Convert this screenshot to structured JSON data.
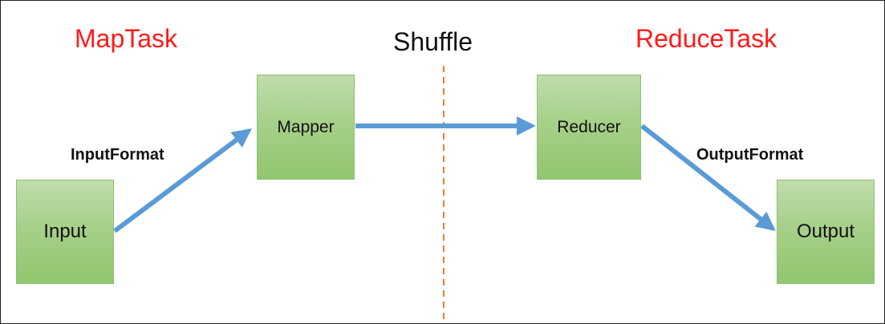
{
  "phases": {
    "map_task": "MapTask",
    "shuffle": "Shuffle",
    "reduce_task": "ReduceTask"
  },
  "nodes": {
    "input": "Input",
    "mapper": "Mapper",
    "reducer": "Reducer",
    "output": "Output"
  },
  "edges": {
    "input_format": "InputFormat",
    "output_format": "OutputFormat"
  },
  "colors": {
    "phase_label": "#ff1a1a",
    "arrow": "#5b9bd5",
    "divider": "#ed7d31",
    "node_fill": "#a9d18e"
  }
}
